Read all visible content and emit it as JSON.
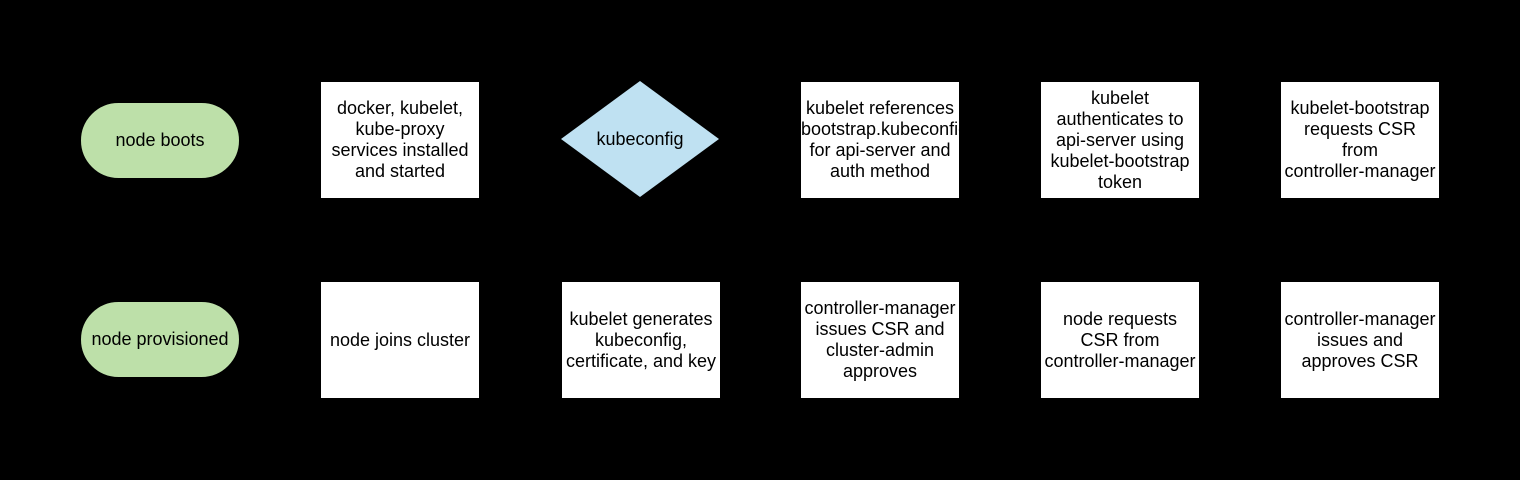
{
  "diagram": {
    "background_color": "#000000",
    "colors": {
      "terminal_fill": "#bde0a9",
      "process_fill": "#ffffff",
      "decision_fill": "#bfe1f2",
      "text_color": "#000000"
    },
    "row1": [
      {
        "id": "node-boots",
        "type": "terminal",
        "label": "node boots"
      },
      {
        "id": "services-installed",
        "type": "process",
        "label": "docker, kubelet,\nkube-proxy\nservices installed\nand started"
      },
      {
        "id": "kubeconfig-decision",
        "type": "decision",
        "label": "kubeconfig"
      },
      {
        "id": "kubelet-references-bootstrap",
        "type": "process",
        "label": "kubelet references\nbootstrap.kubeconfig\nfor api-server and\nauth method"
      },
      {
        "id": "kubelet-authenticates",
        "type": "process",
        "label": "kubelet\nauthenticates to\napi-server using\nkubelet-bootstrap\ntoken"
      },
      {
        "id": "kubelet-bootstrap-requests-csr",
        "type": "process",
        "label": "kubelet-bootstrap\nrequests CSR\nfrom\ncontroller-manager"
      }
    ],
    "row2": [
      {
        "id": "node-provisioned",
        "type": "terminal",
        "label": "node provisioned"
      },
      {
        "id": "node-joins-cluster",
        "type": "process",
        "label": "node joins cluster"
      },
      {
        "id": "kubelet-generates",
        "type": "process",
        "label": "kubelet generates\nkubeconfig,\ncertificate, and key"
      },
      {
        "id": "controller-manager-issues-admin-approves",
        "type": "process",
        "label": "controller-manager\nissues CSR and\ncluster-admin\napproves"
      },
      {
        "id": "node-requests-csr",
        "type": "process",
        "label": "node requests\nCSR from\ncontroller-manager"
      },
      {
        "id": "controller-manager-issues-approves",
        "type": "process",
        "label": "controller-manager\nissues and\napproves CSR"
      }
    ]
  }
}
